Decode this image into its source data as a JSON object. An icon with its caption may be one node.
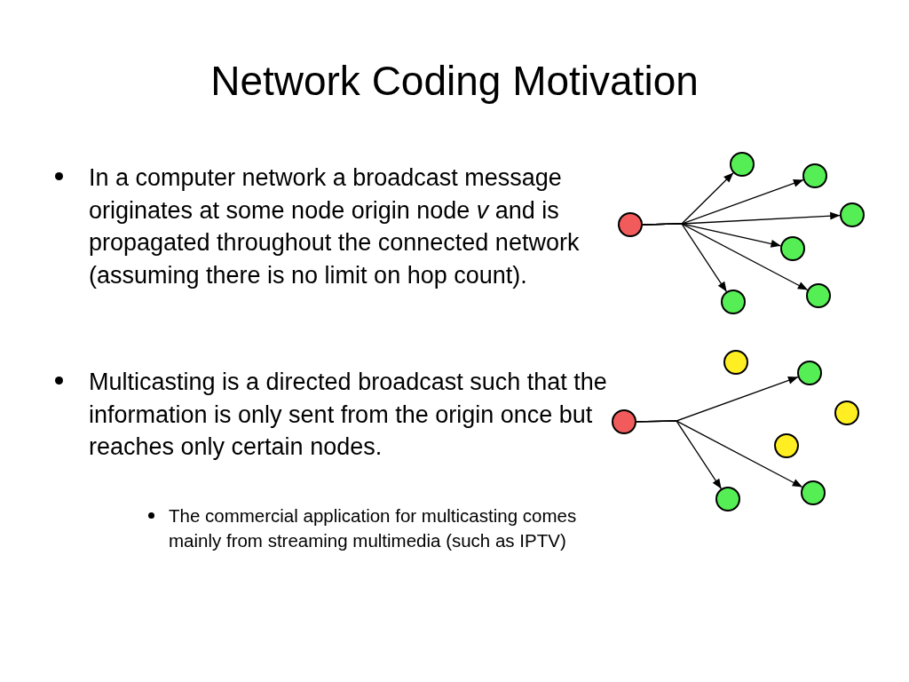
{
  "diagram": {
    "title": "Network Coding Motivation",
    "nodes": [
      {
        "text": [],
        "shape": "circle"
      },
      {
        "text": [],
        "shape": "circle"
      },
      {
        "text": [],
        "shape": "circle"
      },
      {
        "text": [],
        "shape": "circle"
      },
      {
        "text": [],
        "shape": "circle"
      },
      {
        "text": [],
        "shape": "circle"
      },
      {
        "text": [],
        "shape": "circle"
      },
      {
        "text": [],
        "shape": "circle"
      },
      {
        "text": [],
        "shape": "circle"
      },
      {
        "text": [],
        "shape": "circle"
      },
      {
        "text": [],
        "shape": "circle"
      },
      {
        "text": [],
        "shape": "circle"
      },
      {
        "text": [],
        "shape": "circle"
      },
      {
        "text": [],
        "shape": "circle"
      }
    ],
    "edges": [
      {
        "from": 0,
        "to": 1,
        "arrow": "to"
      },
      {
        "from": 0,
        "to": 2,
        "arrow": "to"
      },
      {
        "from": 0,
        "to": 3,
        "arrow": "to"
      },
      {
        "from": 0,
        "to": 4,
        "arrow": "to"
      },
      {
        "from": 0,
        "to": 5,
        "arrow": "to"
      },
      {
        "from": 0,
        "to": 6,
        "arrow": "to"
      },
      {
        "from": 7,
        "to": 9,
        "arrow": "to"
      },
      {
        "from": 7,
        "to": 12,
        "arrow": "to"
      },
      {
        "from": 7,
        "to": 13,
        "arrow": "to"
      }
    ],
    "labels": [
      "In a computer network a broadcast message originates at some node origin node *v* and is propagated throughout the connected network (assuming there is no limit on hop count).",
      "Multicasting is a directed broadcast such that the information is only sent from the origin once but reaches only certain nodes.",
      "The commercial application for multicasting comes mainly from streaming multimedia (such as IPTV)"
    ]
  }
}
